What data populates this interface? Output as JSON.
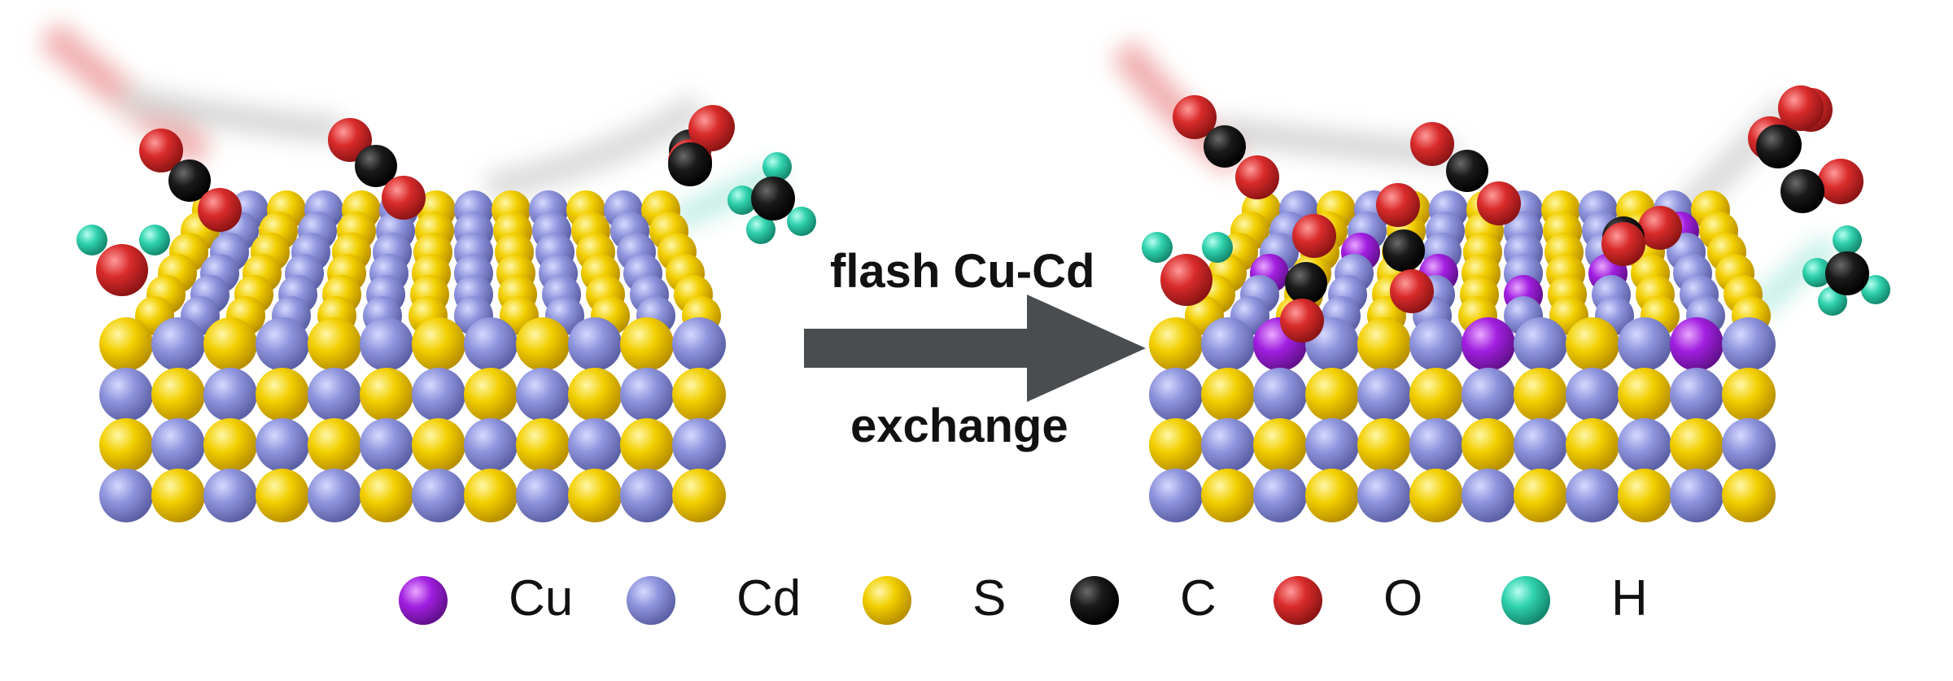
{
  "arrow": {
    "line1": "flash Cu-Cd",
    "line2": "exchange"
  },
  "legend": [
    {
      "label": "Cu",
      "color": "#a21fe0"
    },
    {
      "label": "Cd",
      "color": "#8f95dd"
    },
    {
      "label": "S",
      "color": "#f2cf00"
    },
    {
      "label": "C",
      "color": "#1a1a1a"
    },
    {
      "label": "O",
      "color": "#d92b2b"
    },
    {
      "label": "H",
      "color": "#2fd1ad"
    }
  ]
}
